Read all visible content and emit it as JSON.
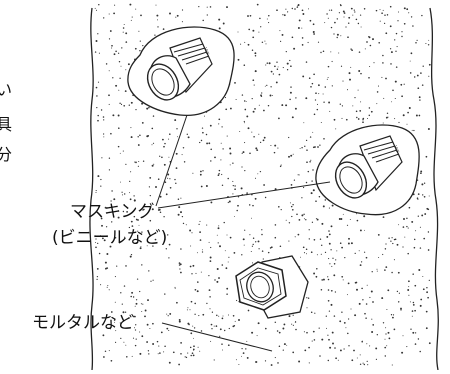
{
  "labels": {
    "masking_line1": "マスキング",
    "masking_line2": "(ビニールなど)",
    "mortar": "モルタルなど"
  },
  "cut_text": [
    "い",
    "具",
    "分"
  ],
  "colors": {
    "ink": "#111111",
    "wall_line": "#222222",
    "speckle": "#333333",
    "background": "#ffffff"
  }
}
